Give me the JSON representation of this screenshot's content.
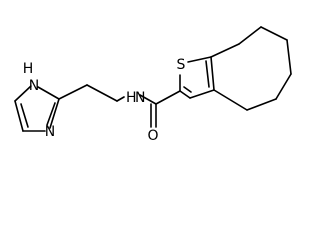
{
  "molecule": {
    "atoms": [
      {
        "id": "a_nh_imid",
        "label": "N",
        "sub": "H"
      },
      {
        "id": "a_n_imid",
        "label": "N"
      },
      {
        "id": "a_nh_amide",
        "label": "N",
        "sub": "H"
      },
      {
        "id": "a_s",
        "label": "S"
      },
      {
        "id": "a_o",
        "label": "O"
      }
    ]
  },
  "colors": {
    "bond": "#000000",
    "text": "#000000",
    "background": "#ffffff"
  }
}
